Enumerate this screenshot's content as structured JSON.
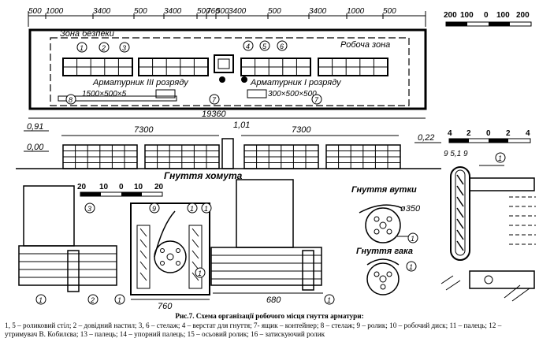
{
  "plan": {
    "top_dims": [
      "500",
      "1000",
      "3400",
      "500",
      "3400",
      "500",
      "760",
      "500",
      "3400",
      "500",
      "3400",
      "1000",
      "500"
    ],
    "scale_bar": [
      "200",
      "100",
      "0",
      "100",
      "200"
    ],
    "zone_safety": "Зона безпеки",
    "zone_work": "Робоча зона",
    "worker3": "Арматурник  III розряду",
    "worker1": "Арматурник  I розряду",
    "dim_stack1": "1500×500×5",
    "dim_stack2": "300×500×500",
    "total": "19360",
    "callouts": [
      "1",
      "2",
      "3",
      "4",
      "5",
      "6",
      "7",
      "7",
      "8"
    ]
  },
  "section": {
    "lev1": "0,91",
    "lev2": "0,00",
    "dim1": "7300",
    "lev3": "1,01",
    "dim2": "7300",
    "lev4": "0,22",
    "title": "Гнуття хомута"
  },
  "detail": {
    "scale_small": [
      "4",
      "2",
      "0",
      "2",
      "4"
    ],
    "dims_small": "9 5,1 9",
    "callout": "1"
  },
  "bending": {
    "scale": [
      "20",
      "10",
      "0",
      "10",
      "20"
    ],
    "callouts": [
      "3",
      "1",
      "2",
      "9",
      "1",
      "1",
      "1",
      "1",
      "1"
    ],
    "dim_left": "760",
    "dim_right": "680",
    "title_rod": "Гнуття вутки",
    "d_label": "ø350",
    "title_hook": "Гнуття гака",
    "callouts_rod": [
      "1",
      "1"
    ]
  },
  "caption": {
    "title": "Рис.7. Схема  організації  робочого місця гнуття арматури:",
    "body": "1, 5 – роликовий стіл; 2 – довідний настил; 3, 6 – стелаж; 4 – верстат для гнуття; 7- ящик – контейнер; 8 – стелаж; 9 – ролик; 10 – робочий диск; 11 – палець; 12 – утримувач В. Кобилєва; 13 – палець; 14 – упорний палець; 15 – осьовий ролик; 16 – затискуючий ролик"
  }
}
